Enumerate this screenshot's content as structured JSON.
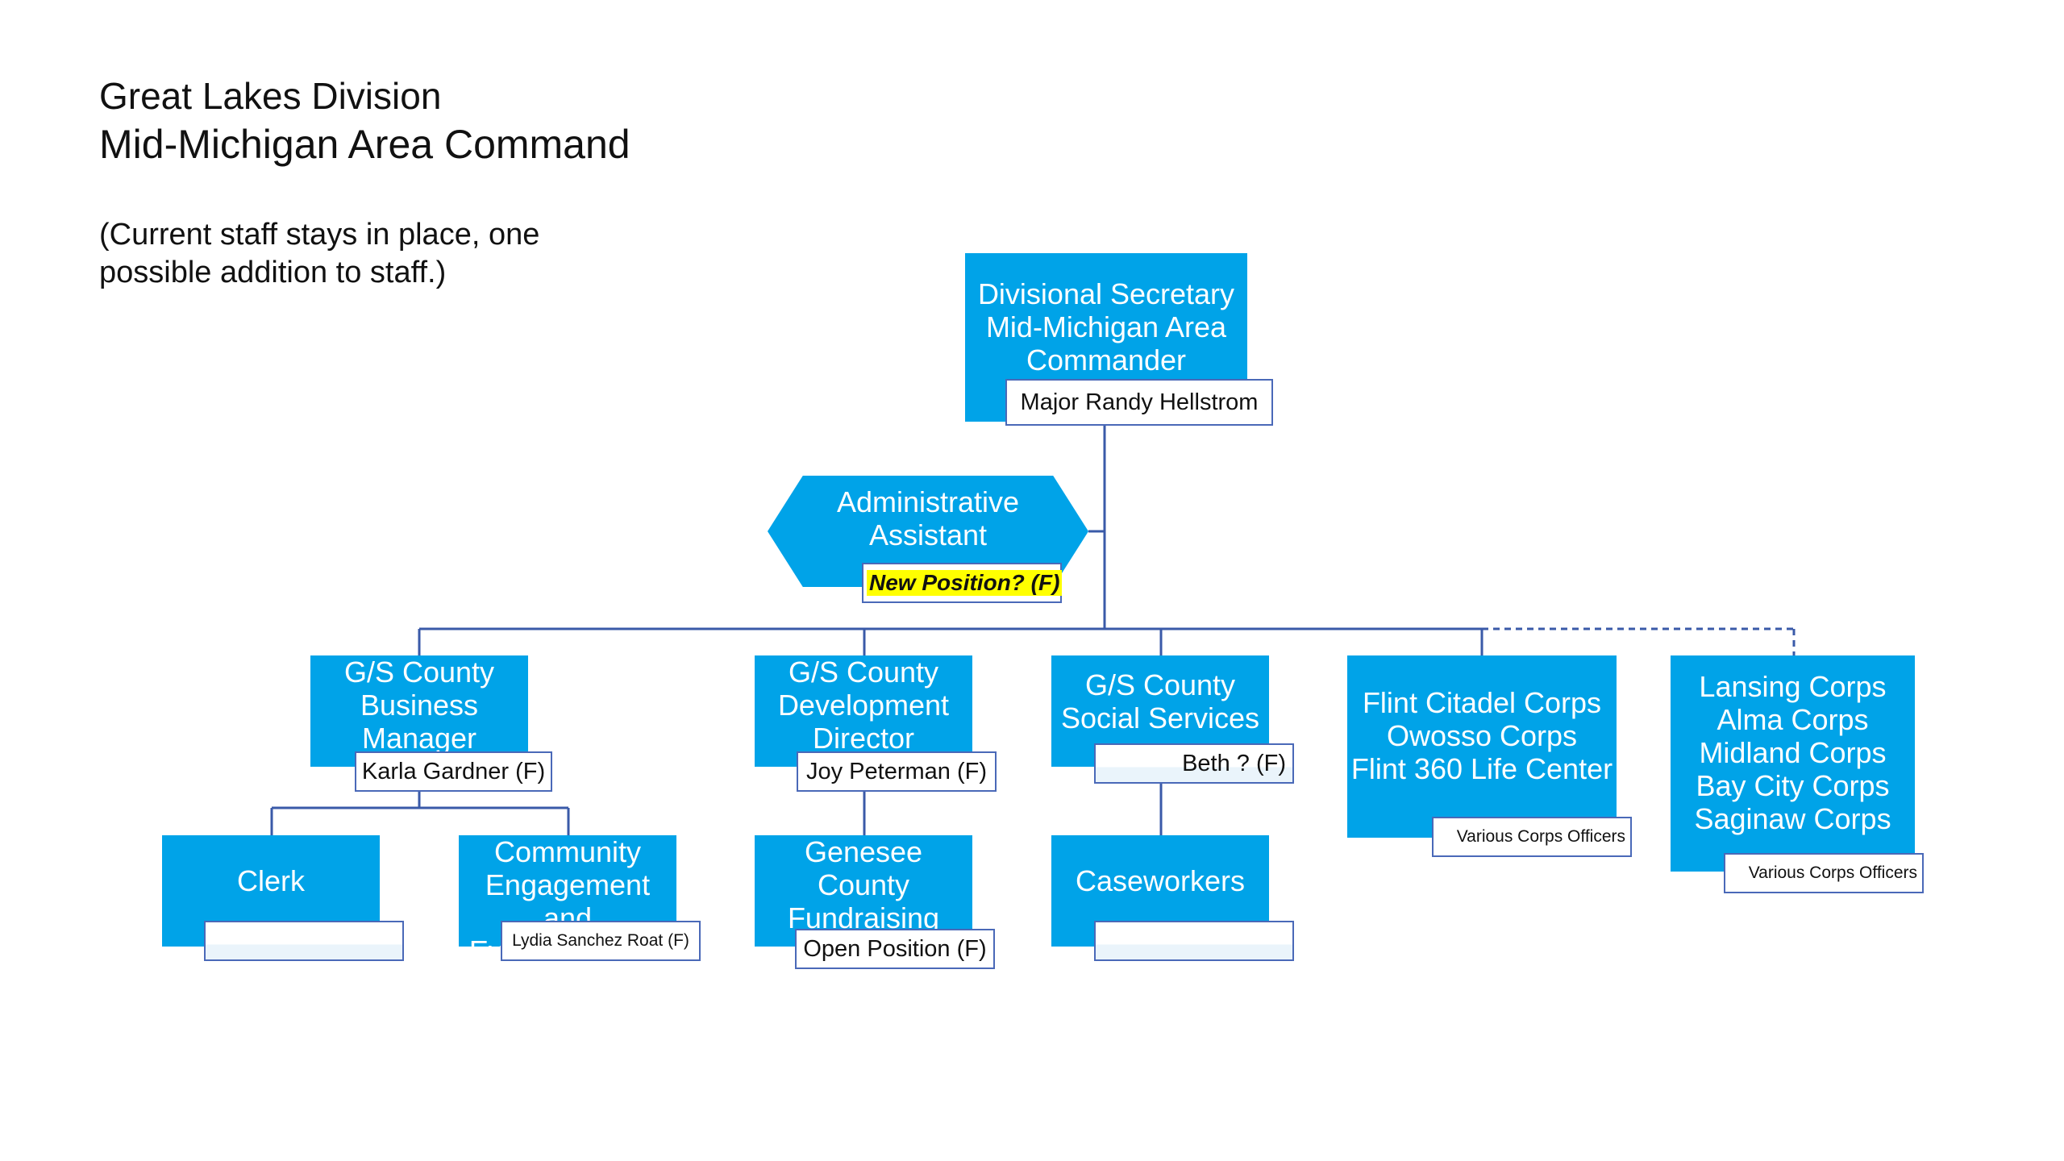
{
  "header": {
    "division": "Great Lakes Division",
    "command": "Mid-Michigan Area Command",
    "note": "(Current staff stays in place, one possible addition to staff.)"
  },
  "colors": {
    "box_fill": "#00a3e8",
    "box_text": "#ffffff",
    "connector": "#3a5aa8",
    "label_border": "#4a69b8",
    "highlight": "#ffff00"
  },
  "org": {
    "top": {
      "title": "Divisional Secretary\nMid-Michigan Area\nCommander",
      "name": "Major Randy Hellstrom"
    },
    "assistant": {
      "title": "Administrative\nAssistant",
      "name": "New Position? (F)"
    },
    "business": {
      "title": "G/S County\nBusiness\nManager",
      "name": "Karla Gardner (F)"
    },
    "clerk": {
      "title": "Clerk",
      "name": ""
    },
    "community": {
      "title": "Community\nEngagement and\nEvent Manager",
      "name": "Lydia Sanchez Roat (F)"
    },
    "development": {
      "title": "G/S County\nDevelopment\nDirector",
      "name": "Joy Peterman (F)"
    },
    "fundraising": {
      "title": "Genesee County\nFundraising\nAssociate",
      "name": "Open Position (F)"
    },
    "social": {
      "title": "G/S County\nSocial Services",
      "name": "Beth ? (F)"
    },
    "caseworkers": {
      "title": "Caseworkers",
      "name": ""
    },
    "flint": {
      "title": "Flint Citadel Corps\nOwosso Corps\nFlint 360 Life Center",
      "name": "Various Corps Officers"
    },
    "lansing": {
      "title": "Lansing Corps\nAlma Corps\nMidland Corps\nBay City Corps\nSaginaw Corps",
      "name": "Various Corps Officers"
    }
  }
}
